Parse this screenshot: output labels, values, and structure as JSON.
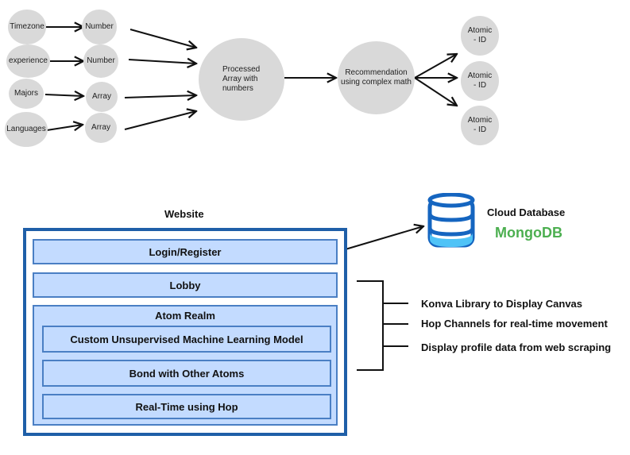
{
  "pipeline": {
    "inputs": [
      "Timezone",
      "experience",
      "Majors",
      "Languages"
    ],
    "types": [
      "Number",
      "Number",
      "Array",
      "Array"
    ],
    "processed": [
      "Processed",
      "Array with",
      "numbers"
    ],
    "recommendation": [
      "Recommendation",
      "using complex math"
    ],
    "outputs": [
      [
        "Atomic",
        "- ID"
      ],
      [
        "Atomic",
        "- ID"
      ],
      [
        "Atomic",
        "- ID"
      ]
    ]
  },
  "website": {
    "title": "Website",
    "login": "Login/Register",
    "lobby": "Lobby",
    "realm": {
      "title": "Atom Realm",
      "items": [
        "Custom Unsupervised Machine Learning Model",
        "Bond with Other Atoms",
        "Real-Time using Hop"
      ]
    }
  },
  "database": {
    "title": "Cloud Database",
    "name": "MongoDB",
    "name_color": "#4caf50",
    "icon": "database-icon"
  },
  "features": [
    "Konva Library to Display Canvas",
    "Hop Channels for real-time movement",
    "Display profile data from web scraping"
  ],
  "colors": {
    "circle": "#d9d9d9",
    "box_fill": "#c3dbff",
    "box_border": "#4a7fc4",
    "outer_border": "#1f5fa8",
    "db_blue": "#1565c0",
    "db_light": "#4fc3f7"
  }
}
